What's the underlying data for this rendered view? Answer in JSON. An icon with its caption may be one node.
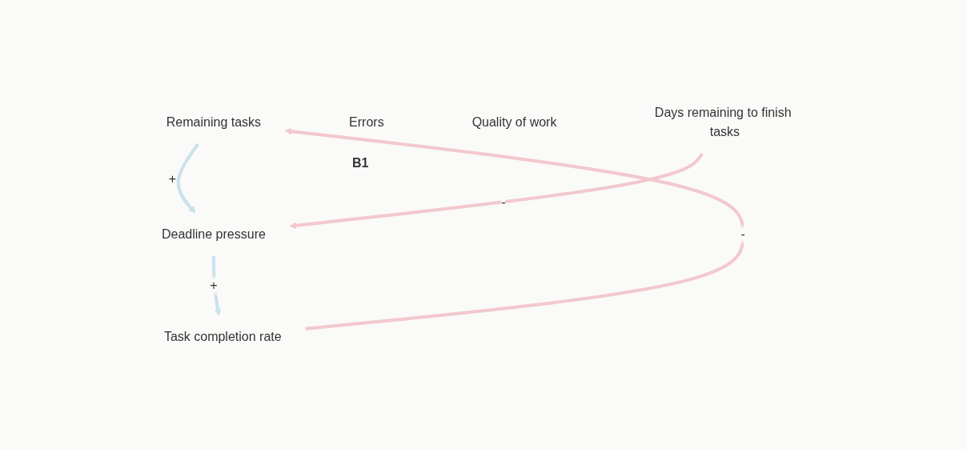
{
  "diagram": {
    "nodes": [
      {
        "text": [
          "Remaining tasks"
        ]
      },
      {
        "text": [
          "Errors"
        ]
      },
      {
        "text": [
          "Quality of work"
        ]
      },
      {
        "text": [
          "Deadline pressure"
        ]
      },
      {
        "text": [
          "Task completion rate"
        ]
      },
      {
        "text": [
          "Days remaining to finish tasks"
        ]
      }
    ],
    "edges": [
      {
        "from": 0,
        "to": 3,
        "arrow": "to",
        "label": "+",
        "color": "#c9e1ec"
      },
      {
        "from": 3,
        "to": 4,
        "arrow": "to",
        "label": "+",
        "color": "#c9e1ec"
      },
      {
        "from": 4,
        "to": 0,
        "arrow": "to",
        "label": "-",
        "color": "#f2c8ce"
      },
      {
        "from": 5,
        "to": 3,
        "arrow": "to",
        "label": "-",
        "color": "#f2c8ce"
      }
    ],
    "labels": [
      "B1"
    ]
  }
}
